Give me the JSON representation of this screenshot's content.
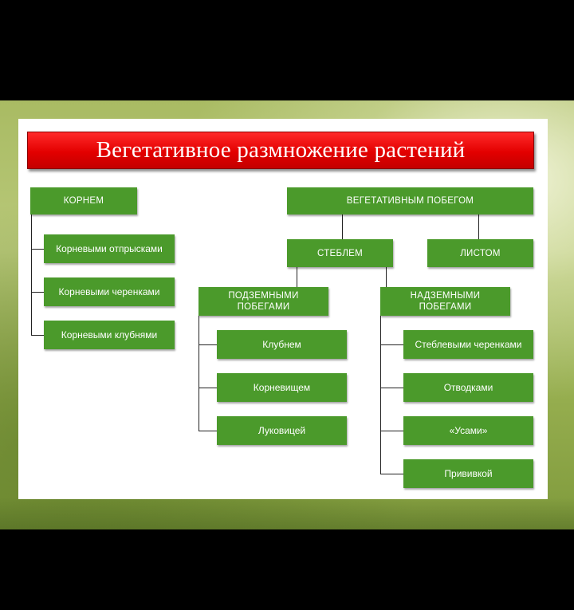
{
  "title": "Вегетативное размножение растений",
  "root": {
    "label": "КОРНЕМ",
    "items": [
      "Корневыми отпрысками",
      "Корневыми черенками",
      "Корневыми клубнями"
    ]
  },
  "shoot": {
    "label": "ВЕГЕТАТИВНЫМ ПОБЕГОМ",
    "stem": "СТЕБЛЕМ",
    "leaf": "ЛИСТОМ",
    "underground": {
      "label_line1": "ПОДЗЕМНЫМИ",
      "label_line2": "ПОБЕГАМИ",
      "items": [
        "Клубнем",
        "Корневищем",
        "Луковицей"
      ]
    },
    "aboveground": {
      "label_line1": "НАДЗЕМНЫМИ",
      "label_line2": "ПОБЕГАМИ",
      "items": [
        "Стеблевыми черенками",
        "Отводками",
        "«Усами»",
        "Прививкой"
      ]
    }
  },
  "colors": {
    "box": "#4b9a2b",
    "title": "#e30000",
    "line": "#222222"
  }
}
